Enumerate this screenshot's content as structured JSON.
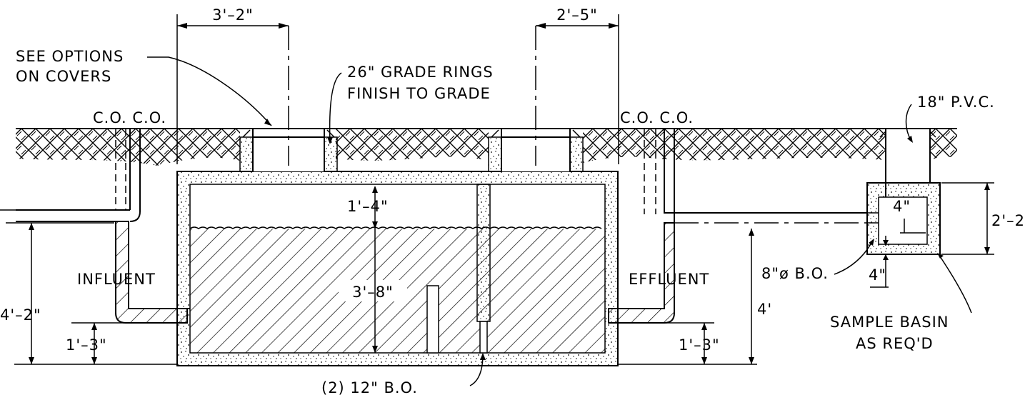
{
  "labels": {
    "see_options_1": "SEE OPTIONS",
    "see_options_2": "ON COVERS",
    "grade_rings_1": "26\" GRADE RINGS",
    "grade_rings_2": "FINISH TO GRADE",
    "co_left": "C.O. C.O.",
    "co_right": "C.O. C.O.",
    "pvc": "18\" P.V.C.",
    "influent": "INFLUENT",
    "effluent": "EFFLUENT",
    "bo_8": "8\"ø B.O.",
    "bo_12": "(2) 12\" B.O.",
    "sample_basin_1": "SAMPLE BASIN",
    "sample_basin_2": "AS REQ'D"
  },
  "dimensions": {
    "top_left_width": "3'–2\"",
    "top_right_width": "2'–5\"",
    "airspace": "1'–4\"",
    "liquid_depth": "3'–8\"",
    "inlet_depth": "4'–2\"",
    "inlet_invert_left": "1'–3\"",
    "inlet_invert_right": "1'–3\"",
    "outlet_depth": "4'",
    "basin_height": "2'–2\"",
    "basin_wall_top": "4\"",
    "basin_wall_bottom": "4\""
  }
}
